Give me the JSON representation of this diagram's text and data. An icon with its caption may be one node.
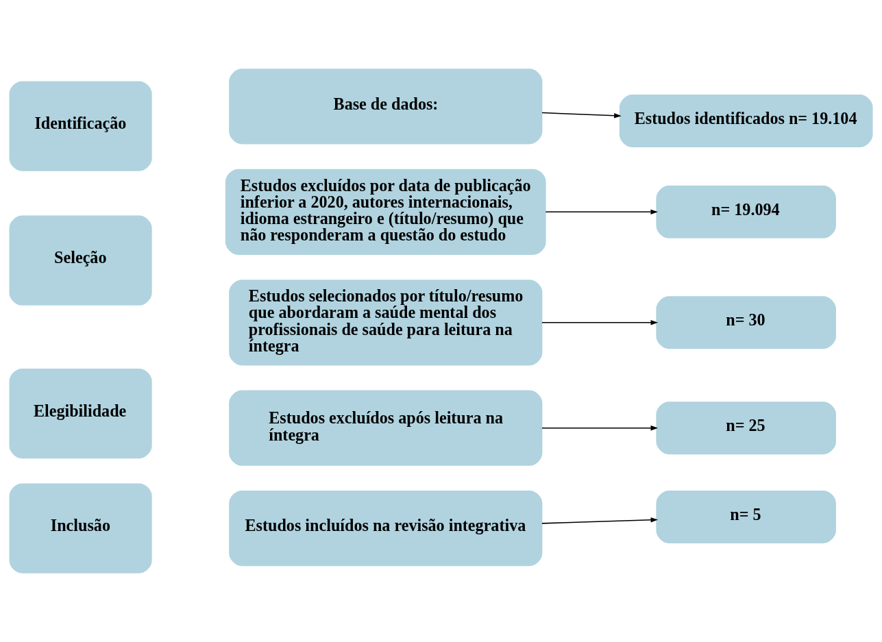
{
  "diagram": {
    "nodes": [
      {
        "text": [
          "Identificação"
        ]
      },
      {
        "text": [
          "Base de dados:"
        ]
      },
      {
        "text": [
          "Estudos identificados n= 19.104"
        ]
      },
      {
        "text": [
          "Seleção"
        ]
      },
      {
        "text": [
          "Estudos excluídos por data de publicação inferior a 2020, autores internacionais, idioma estrangeiro e (título/resumo) que não responderam a questão do estudo"
        ]
      },
      {
        "text": [
          "n= 19.094"
        ]
      },
      {
        "text": [
          "Estudos selecionados por título/resumo que abordaram a saúde mental dos profissionais de saúde para leitura na íntegra"
        ]
      },
      {
        "text": [
          "n= 30"
        ]
      },
      {
        "text": [
          "Elegibilidade"
        ]
      },
      {
        "text": [
          "Estudos excluídos após leitura na íntegra"
        ]
      },
      {
        "text": [
          "n= 25"
        ]
      },
      {
        "text": [
          "Inclusão"
        ]
      },
      {
        "text": [
          "Estudos incluídos na revisão integrativa"
        ]
      },
      {
        "text": [
          "n= 5"
        ]
      }
    ],
    "edges": [
      {
        "from": 1,
        "to": 2,
        "arrow": "to"
      },
      {
        "from": 4,
        "to": 5,
        "arrow": "to"
      },
      {
        "from": 6,
        "to": 7,
        "arrow": "to"
      },
      {
        "from": 9,
        "to": 10,
        "arrow": "to"
      },
      {
        "from": 12,
        "to": 13,
        "arrow": "to"
      }
    ]
  }
}
